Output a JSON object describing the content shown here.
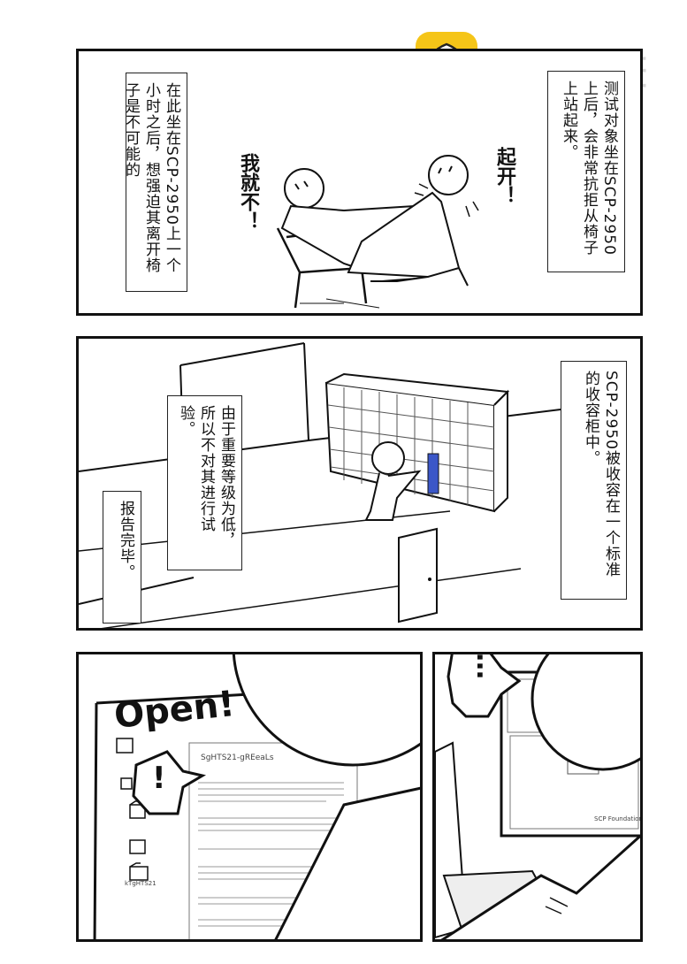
{
  "watermark": {
    "text": "包子漫畫"
  },
  "panel1": {
    "caption_right": "测试对象坐在SCP-2950上后，会非常抗拒从椅子上站起来。",
    "caption_left": "在此坐在SCP-2950上一个小时之后，想强迫其离开椅子是不可能的",
    "sfx_left": "我就不！",
    "sfx_right": "起开！"
  },
  "panel2": {
    "caption_right": "SCP-2950被收容在一个标准的收容柜中。",
    "caption_middle": "由于重要等级为低，所以不对其进行试验。",
    "caption_left": "报告完毕。"
  },
  "panel3": {
    "open_text": "Open!",
    "bubble_text": "!",
    "doc_title": "SgHTS21-gREeaLs",
    "folder_label": "kTgHTS21"
  },
  "panel4": {
    "bubble_text": "…",
    "screen_caption": "SCP Foundation"
  }
}
